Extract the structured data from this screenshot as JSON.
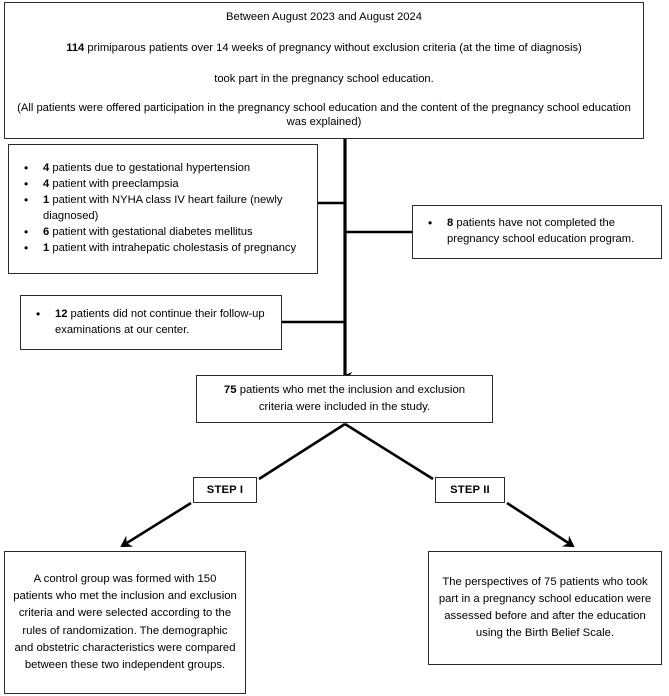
{
  "diagram": {
    "title": "Study flow diagram",
    "colors": {
      "border": "#2b2b2b",
      "line": "#000000",
      "background": "#ffffff",
      "text": "#000000"
    },
    "header": {
      "line1": "Between August 2023 and August 2024",
      "line2_bold": "114",
      "line2_rest": " primiparous patients over 14 weeks of pregnancy without exclusion criteria (at the time of diagnosis)",
      "line3": "took part in the pregnancy school education.",
      "line4": "(All patients were offered participation in the pregnancy school education and the content of the pregnancy school education was explained)"
    },
    "exclusions": {
      "items": [
        {
          "count": "4",
          "text": " patients due to gestational hypertension"
        },
        {
          "count": "4",
          "text": " patient with preeclampsia"
        },
        {
          "count": "1",
          "text": " patient with NYHA class IV heart failure (newly diagnosed)"
        },
        {
          "count": "6",
          "text": " patient with gestational diabetes mellitus"
        },
        {
          "count": "1",
          "text": " patient with intrahepatic cholestasis of pregnancy"
        }
      ]
    },
    "incomplete": {
      "count": "8",
      "text": " patients have not completed the pregnancy school education program."
    },
    "followup": {
      "count": "12",
      "text": " patients did not continue their follow-up examinations at our center."
    },
    "included": {
      "count": "75",
      "text": " patients who met the inclusion and exclusion criteria were included in the study."
    },
    "steps": {
      "step1_label": "STEP I",
      "step2_label": "STEP II"
    },
    "control_group": {
      "text": "A control group was formed with 150 patients who met the inclusion and exclusion criteria and were selected according to the rules of randomization. The demographic and obstetric characteristics were compared between these two independent groups."
    },
    "assessment": {
      "text": "The perspectives of 75 patients who took part in a pregnancy school education were assessed before and after the education using the Birth Belief Scale."
    }
  }
}
